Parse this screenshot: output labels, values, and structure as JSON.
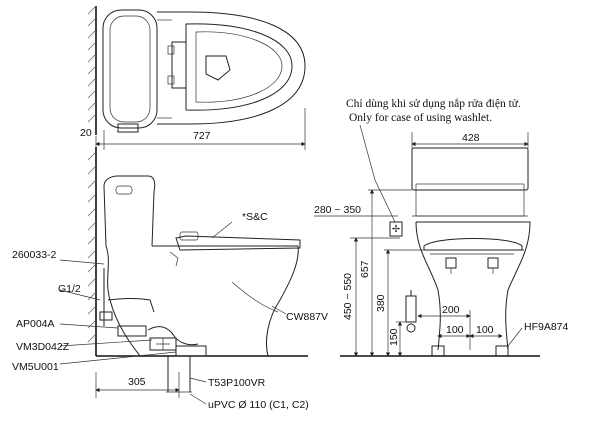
{
  "top_view": {
    "dim_gap": "20",
    "dim_length": "727"
  },
  "side_view": {
    "label_seat": "*S&C",
    "label_bowl": "CW887V",
    "label_valve": "260033-2",
    "label_inlet": "G1/2",
    "label_hose": "AP004A",
    "label_flush": "VM3D042Z",
    "label_flange": "VM5U001",
    "label_outlet": "T53P100VR",
    "label_pipe": "uPVC Ø 110 (C1, C2)",
    "dim_rough_in": "305"
  },
  "front_view": {
    "note_vi": "Chỉ dùng khi sử dụng nắp rửa điện tử.",
    "note_en": "Only for case of using washlet.",
    "dim_width": "428",
    "dim_outlet_range": "280 ~ 350",
    "dim_height_range": "450 ~ 550",
    "dim_height": "657",
    "dim_380": "380",
    "dim_150": "150",
    "dim_200": "200",
    "dim_100a": "100",
    "dim_100b": "100",
    "label_bolt": "HF9A874"
  }
}
